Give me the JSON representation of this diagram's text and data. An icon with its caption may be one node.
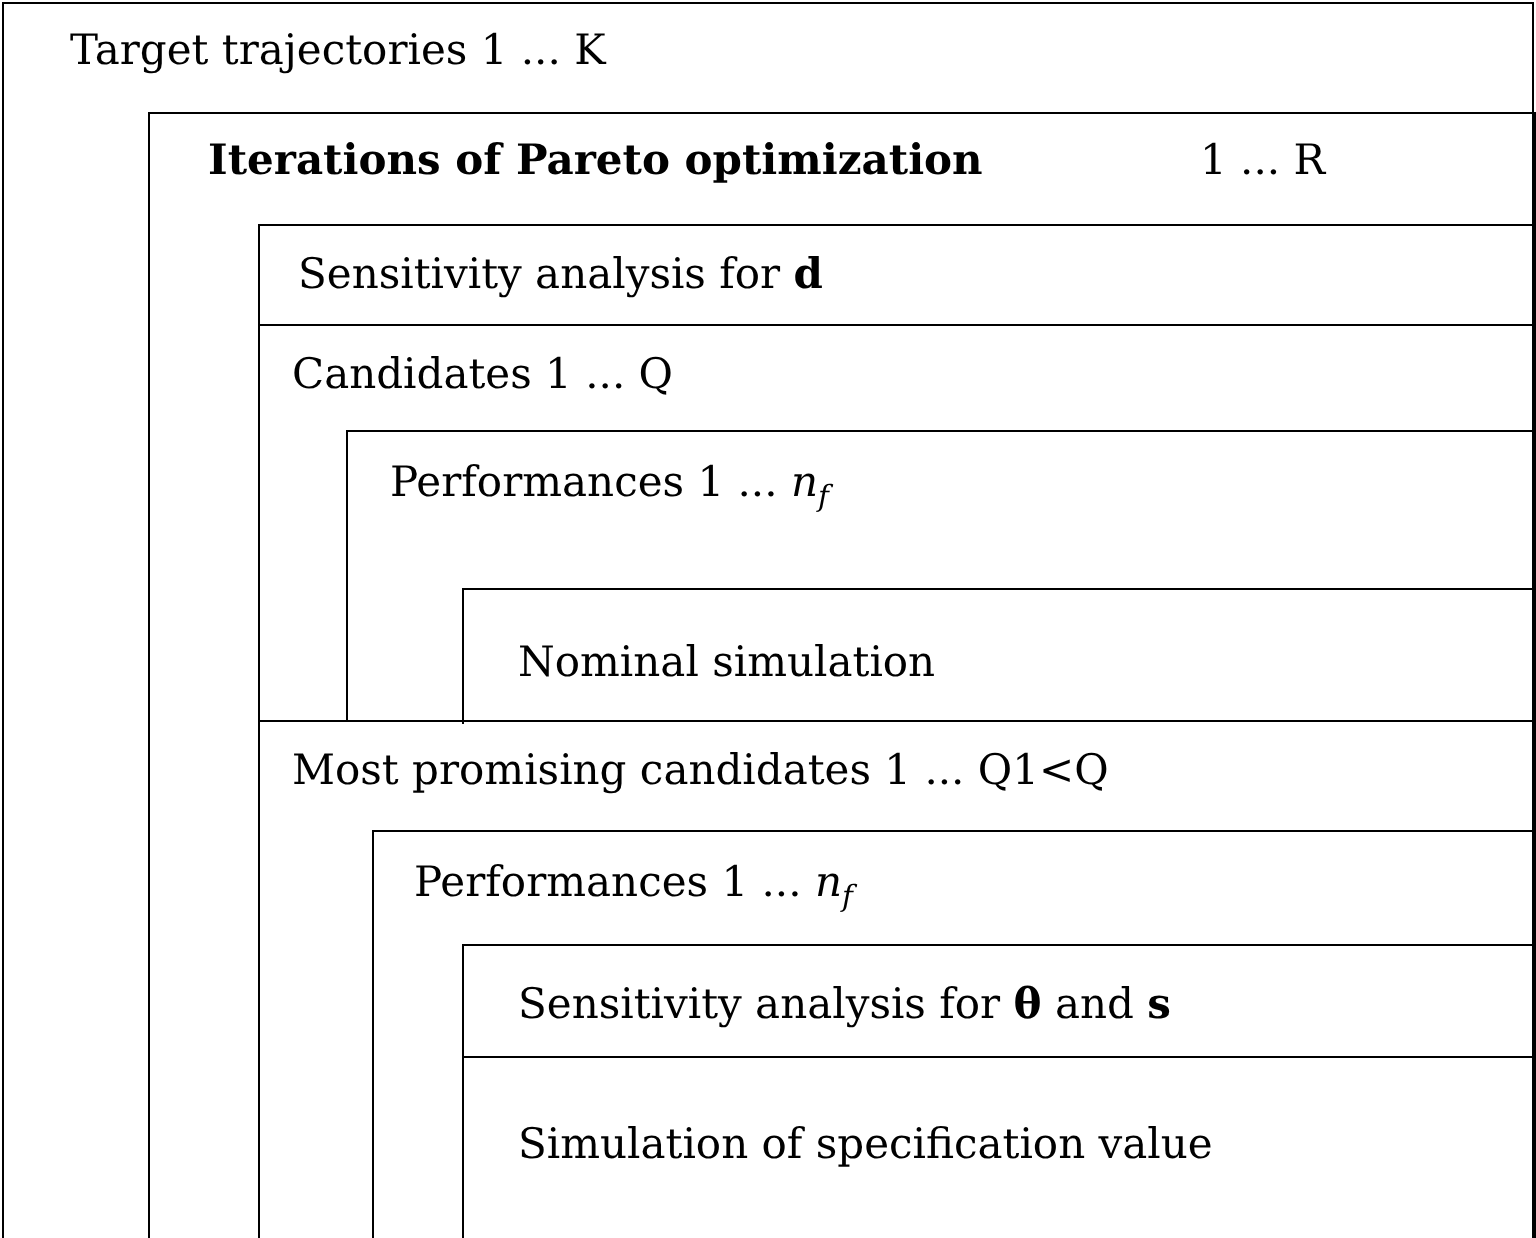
{
  "diagram": {
    "nodes": [
      {
        "text": [
          "Target trajectories 1 ... K"
        ]
      },
      {
        "text": [
          "Iterations of Pareto optimization",
          "1 ... R"
        ],
        "in": 0
      },
      {
        "text": [
          "Sensitivity analysis for **d**"
        ],
        "in": 1
      },
      {
        "text": [
          "Candidates 1 ... Q"
        ],
        "in": 1
      },
      {
        "text": [
          "Performances 1 ... *n*$_{f}$"
        ],
        "in": 3
      },
      {
        "text": [
          "Nominal simulation"
        ],
        "in": 4
      },
      {
        "text": [
          "Most promising candidates 1 ... Q1<Q"
        ],
        "in": 1
      },
      {
        "text": [
          "Performances 1 ... *n*$_{f}$"
        ],
        "in": 6
      },
      {
        "text": [
          "Sensitivity analysis for **θ** and **s**"
        ],
        "in": 7
      },
      {
        "text": [
          "Simulation of specification value"
        ],
        "in": 7
      }
    ]
  }
}
